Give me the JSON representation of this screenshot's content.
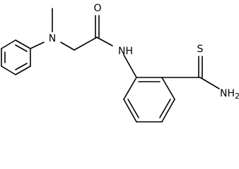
{
  "molecule": {
    "atoms": {
      "oxygen": "O",
      "amide_nitrogen": "NH",
      "amine_nitrogen": "N",
      "sulfur": "S",
      "thioamide_nitrogen": "NH2"
    }
  },
  "colors": {
    "background": "#ffffff",
    "bond": "#000000",
    "label": "#000000"
  }
}
